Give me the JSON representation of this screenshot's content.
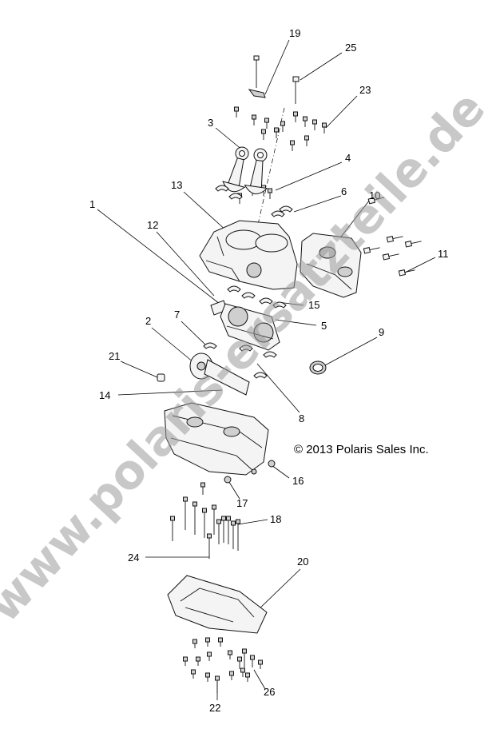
{
  "diagram": {
    "copyright": "© 2013 Polaris Sales Inc.",
    "watermark": "www.polaris-ersatzteile.de",
    "callouts": [
      "19",
      "25",
      "23",
      "3",
      "4",
      "13",
      "6",
      "10",
      "1",
      "12",
      "11",
      "15",
      "7",
      "5",
      "2",
      "9",
      "21",
      "14",
      "8",
      "16",
      "17",
      "18",
      "24",
      "20",
      "26",
      "22"
    ]
  }
}
